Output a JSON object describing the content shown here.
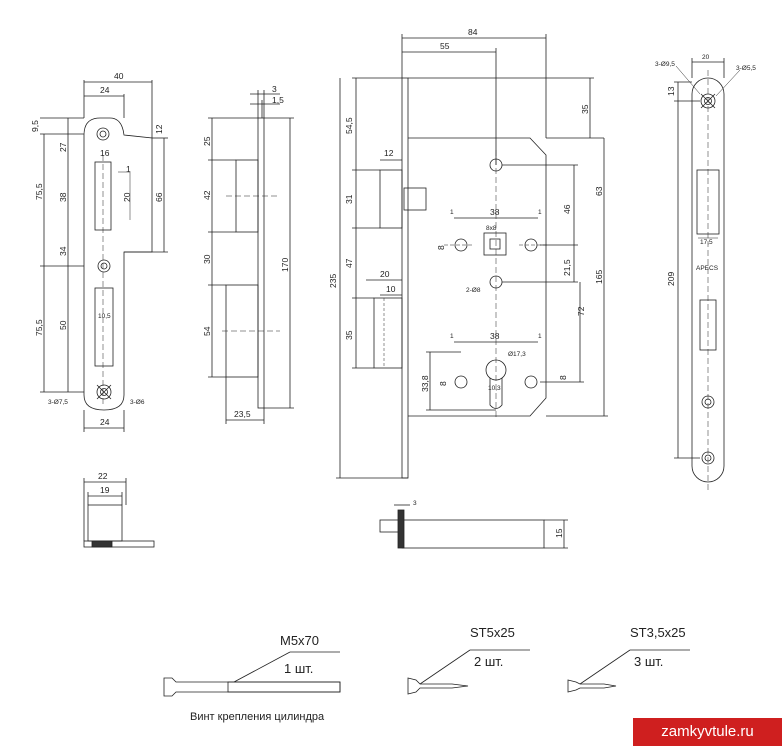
{
  "strike": {
    "dims": [
      "40",
      "24",
      "9,5",
      "12",
      "27",
      "16",
      "1",
      "20",
      "66",
      "38",
      "75,5",
      "34",
      "75,5",
      "50",
      "10,5",
      "24"
    ],
    "holes_left": "3-Ø7,5",
    "holes_right": "3-Ø6"
  },
  "side": {
    "dims": [
      "3",
      "1,5",
      "25",
      "42",
      "30",
      "170",
      "54",
      "23,5"
    ]
  },
  "body": {
    "dims": [
      "84",
      "55",
      "35",
      "54,5",
      "12",
      "31",
      "63",
      "46",
      "38",
      "1",
      "1",
      "8x8",
      "8",
      "47",
      "21,5",
      "165",
      "235",
      "20",
      "10",
      "72",
      "35",
      "38",
      "1",
      "1",
      "Ø17,3",
      "33,8",
      "8",
      "10,3",
      "8"
    ],
    "holes": "2-Ø8"
  },
  "faceplate": {
    "dims": [
      "20",
      "3-Ø9,5",
      "3-Ø5,5",
      "13",
      "209",
      "17,5"
    ],
    "brand": "APECS"
  },
  "latch_small": {
    "dims": [
      "22",
      "19"
    ]
  },
  "bottom_view": {
    "dims": [
      "3",
      "15"
    ]
  },
  "screws": [
    {
      "name": "M5x70",
      "qty": "1 шт."
    },
    {
      "name": "ST5x25",
      "qty": "2 шт."
    },
    {
      "name": "ST3,5x25",
      "qty": "3 шт."
    }
  ],
  "cylinder_screw_note": "Винт крепления цилиндра",
  "watermark": "zamkyvtule.ru"
}
